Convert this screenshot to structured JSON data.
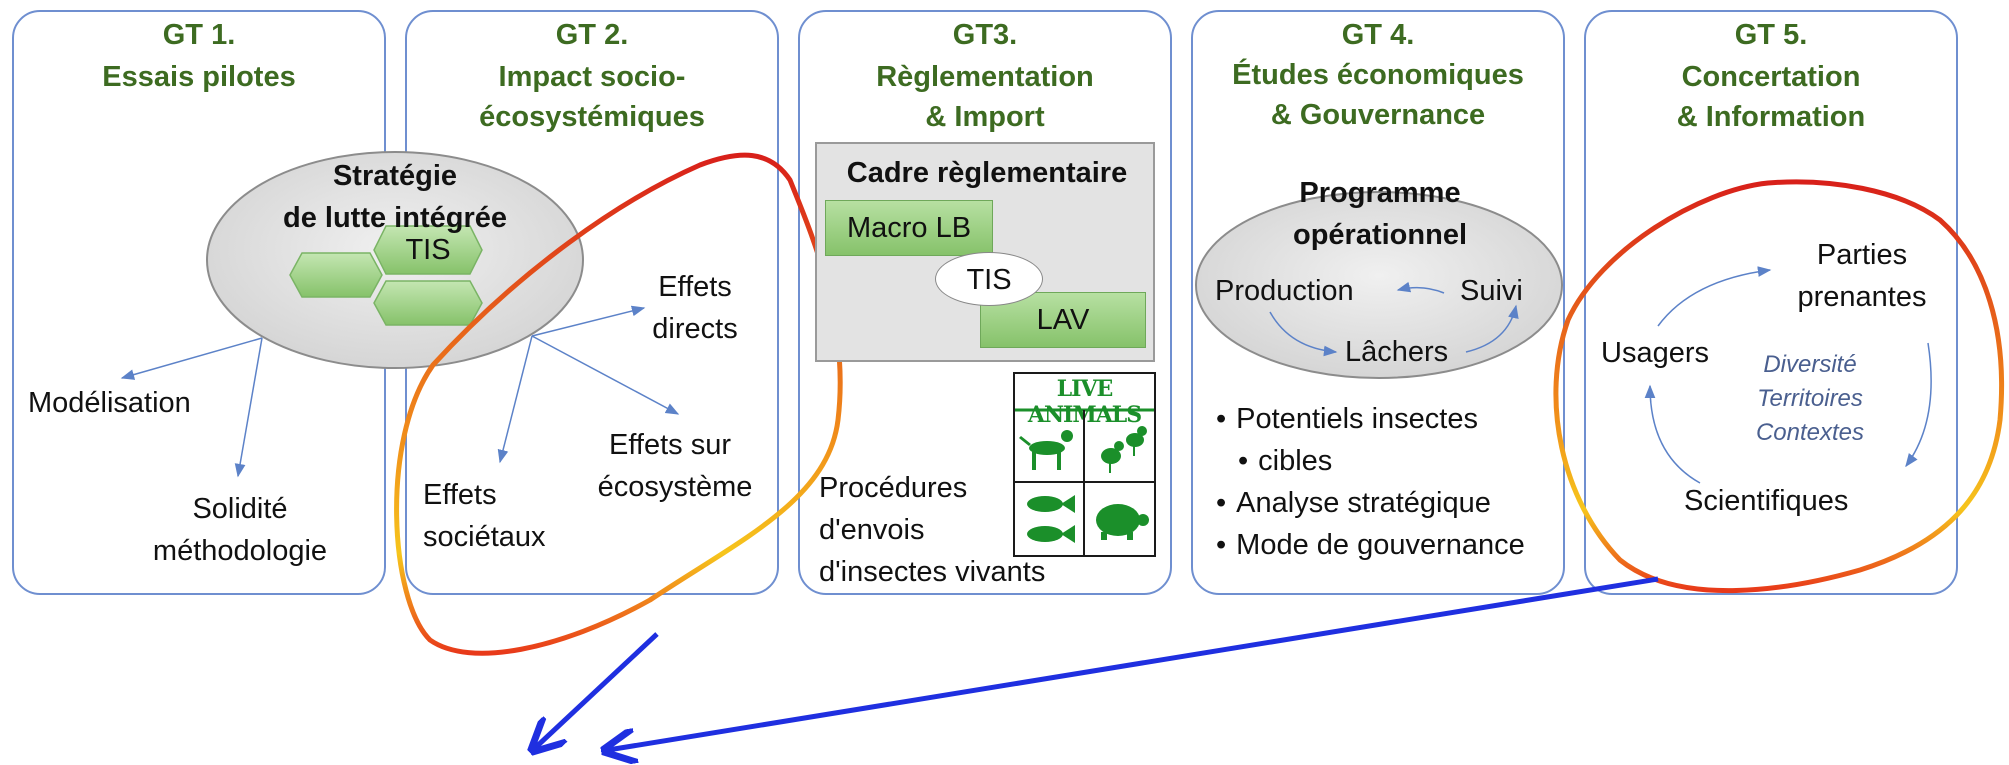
{
  "panels": [
    {
      "title_line1": "GT 1.",
      "title_line2": "Essais pilotes"
    },
    {
      "title_line1": "GT 2.",
      "title_line2": "Impact socio-",
      "title_line3": "écosystémiques"
    },
    {
      "title_line1": "GT3.",
      "title_line2": "Règlementation",
      "title_line3": "& Import"
    },
    {
      "title_line1": "GT 4.",
      "title_line2": "Études économiques",
      "title_line3": "& Gouvernance"
    },
    {
      "title_line1": "GT 5.",
      "title_line2": "Concertation",
      "title_line3": "& Information"
    }
  ],
  "strategy": {
    "line1": "Stratégie",
    "line2": "de lutte intégrée",
    "tis": "TIS"
  },
  "gt1_labels": {
    "modelisation": "Modélisation",
    "solidite1": "Solidité",
    "solidite2": "méthodologie"
  },
  "gt2_labels": {
    "effets_directs1": "Effets",
    "effets_directs2": "directs",
    "effets_eco1": "Effets sur",
    "effets_eco2": "écosystème",
    "effets_soc1": "Effets",
    "effets_soc2": "sociétaux"
  },
  "gt3": {
    "cadre_title": "Cadre règlementaire",
    "macro": "Macro LB",
    "tis": "TIS",
    "lav": "LAV",
    "proc1": "Procédures",
    "proc2": "d'envois",
    "proc3": "d'insectes vivants",
    "live_animals": "LIVE ANIMALS"
  },
  "gt4": {
    "prog1": "Programme",
    "prog2": "opérationnel",
    "production": "Production",
    "suivi": "Suivi",
    "lachers": "Lâchers",
    "bullets": [
      "Potentiels insectes",
      "cibles",
      "Analyse stratégique",
      "Mode de gouvernance"
    ]
  },
  "gt5": {
    "parties1": "Parties",
    "parties2": "prenantes",
    "usagers": "Usagers",
    "scientifiques": "Scientifiques",
    "diversite": "Diversité",
    "territoires": "Territoires",
    "contextes": "Contextes"
  },
  "colors": {
    "panel_border": "#6f8fd0",
    "title_green": "#3d6b21",
    "arrow_blue": "#1f2fe0",
    "thin_arrow": "#5c82c8",
    "hex_green": "#8cc873"
  },
  "icons": [
    "dog-icon",
    "birds-icon",
    "fish-icon",
    "turtle-icon"
  ]
}
